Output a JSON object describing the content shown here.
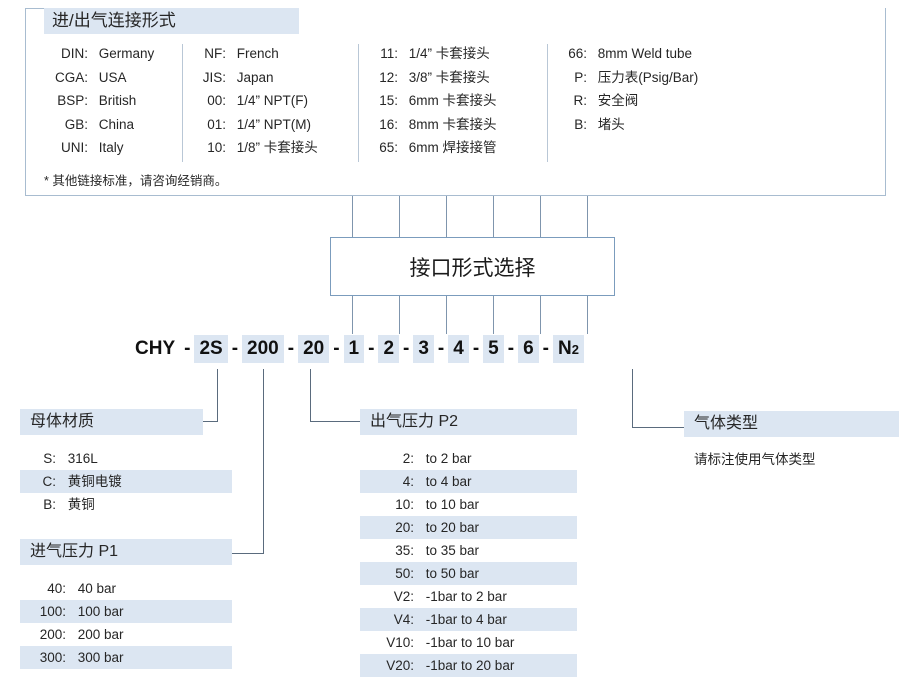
{
  "top_panel": {
    "title": "进/出气连接形式",
    "footnote": "* 其他链接标准，请咨询经销商。",
    "columns": [
      {
        "items": [
          {
            "key": "DIN:",
            "val": "Germany"
          },
          {
            "key": "CGA:",
            "val": "USA"
          },
          {
            "key": "BSP:",
            "val": "British"
          },
          {
            "key": "GB:",
            "val": "China"
          },
          {
            "key": "UNI:",
            "val": "Italy"
          }
        ]
      },
      {
        "items": [
          {
            "key": "NF:",
            "val": "French"
          },
          {
            "key": "JIS:",
            "val": "Japan"
          },
          {
            "key": "00:",
            "val": "1/4” NPT(F)"
          },
          {
            "key": "01:",
            "val": "1/4” NPT(M)"
          },
          {
            "key": "10:",
            "val": "1/8” 卡套接头"
          }
        ]
      },
      {
        "items": [
          {
            "key": "11:",
            "val": "1/4” 卡套接头"
          },
          {
            "key": "12:",
            "val": "3/8” 卡套接头"
          },
          {
            "key": "15:",
            "val": "6mm 卡套接头"
          },
          {
            "key": "16:",
            "val": "8mm 卡套接头"
          },
          {
            "key": "65:",
            "val": "6mm 焊接接管"
          }
        ]
      },
      {
        "items": [
          {
            "key": "66:",
            "val": "8mm Weld tube"
          },
          {
            "key": "P:",
            "val": "压力表(Psig/Bar)"
          },
          {
            "key": "R:",
            "val": "安全阀"
          },
          {
            "key": "B:",
            "val": "堵头"
          }
        ]
      }
    ]
  },
  "center_box": {
    "label": "接口形式选择"
  },
  "partcode": {
    "segments": [
      {
        "text": "CHY",
        "highlight": false
      },
      {
        "text": "-",
        "dash": true
      },
      {
        "text": "2S",
        "highlight": true
      },
      {
        "text": "-",
        "dash": true
      },
      {
        "text": "200",
        "highlight": true
      },
      {
        "text": "-",
        "dash": true
      },
      {
        "text": "20",
        "highlight": true
      },
      {
        "text": "-",
        "dash": true
      },
      {
        "text": "1",
        "highlight": true
      },
      {
        "text": "-",
        "dash": true
      },
      {
        "text": "2",
        "highlight": true
      },
      {
        "text": "-",
        "dash": true
      },
      {
        "text": "3",
        "highlight": true
      },
      {
        "text": "-",
        "dash": true
      },
      {
        "text": "4",
        "highlight": true
      },
      {
        "text": "-",
        "dash": true
      },
      {
        "text": "5",
        "highlight": true
      },
      {
        "text": "-",
        "dash": true
      },
      {
        "text": "6",
        "highlight": true
      },
      {
        "text": "-",
        "dash": true
      },
      {
        "text": "N2",
        "highlight": true,
        "subscript": "2",
        "base": "N"
      }
    ]
  },
  "material": {
    "title": "母体材质",
    "items": [
      {
        "key": "S:",
        "val": "316L",
        "band": false
      },
      {
        "key": "C:",
        "val": "黄铜电镀",
        "band": true
      },
      {
        "key": "B:",
        "val": "黄铜",
        "band": false
      }
    ]
  },
  "inlet_pressure": {
    "title": "进气压力 P1",
    "items": [
      {
        "key": "40:",
        "val": "40 bar",
        "band": false
      },
      {
        "key": "100:",
        "val": "100 bar",
        "band": true
      },
      {
        "key": "200:",
        "val": "200 bar",
        "band": false
      },
      {
        "key": "300:",
        "val": "300 bar",
        "band": true
      }
    ]
  },
  "outlet_pressure": {
    "title": "出气压力 P2",
    "items": [
      {
        "key": "2:",
        "val": "to 2 bar",
        "band": false
      },
      {
        "key": "4:",
        "val": "to 4 bar",
        "band": true
      },
      {
        "key": "10:",
        "val": "to 10 bar",
        "band": false
      },
      {
        "key": "20:",
        "val": "to 20 bar",
        "band": true
      },
      {
        "key": "35:",
        "val": "to 35 bar",
        "band": false
      },
      {
        "key": "50:",
        "val": "to 50 bar",
        "band": true
      },
      {
        "key": "V2:",
        "val": "-1bar to 2 bar",
        "band": false
      },
      {
        "key": "V4:",
        "val": "-1bar to 4 bar",
        "band": true
      },
      {
        "key": "V10:",
        "val": "-1bar to 10 bar",
        "band": false
      },
      {
        "key": "V20:",
        "val": "-1bar to 20 bar",
        "band": true
      }
    ]
  },
  "gas_type": {
    "title": "气体类型",
    "note": "请标注使用气体类型"
  },
  "colors": {
    "highlight": "#dce6f2",
    "line": "#7f95ad",
    "line_dark": "#5a6b7d",
    "box_border": "#7b9cbd"
  }
}
